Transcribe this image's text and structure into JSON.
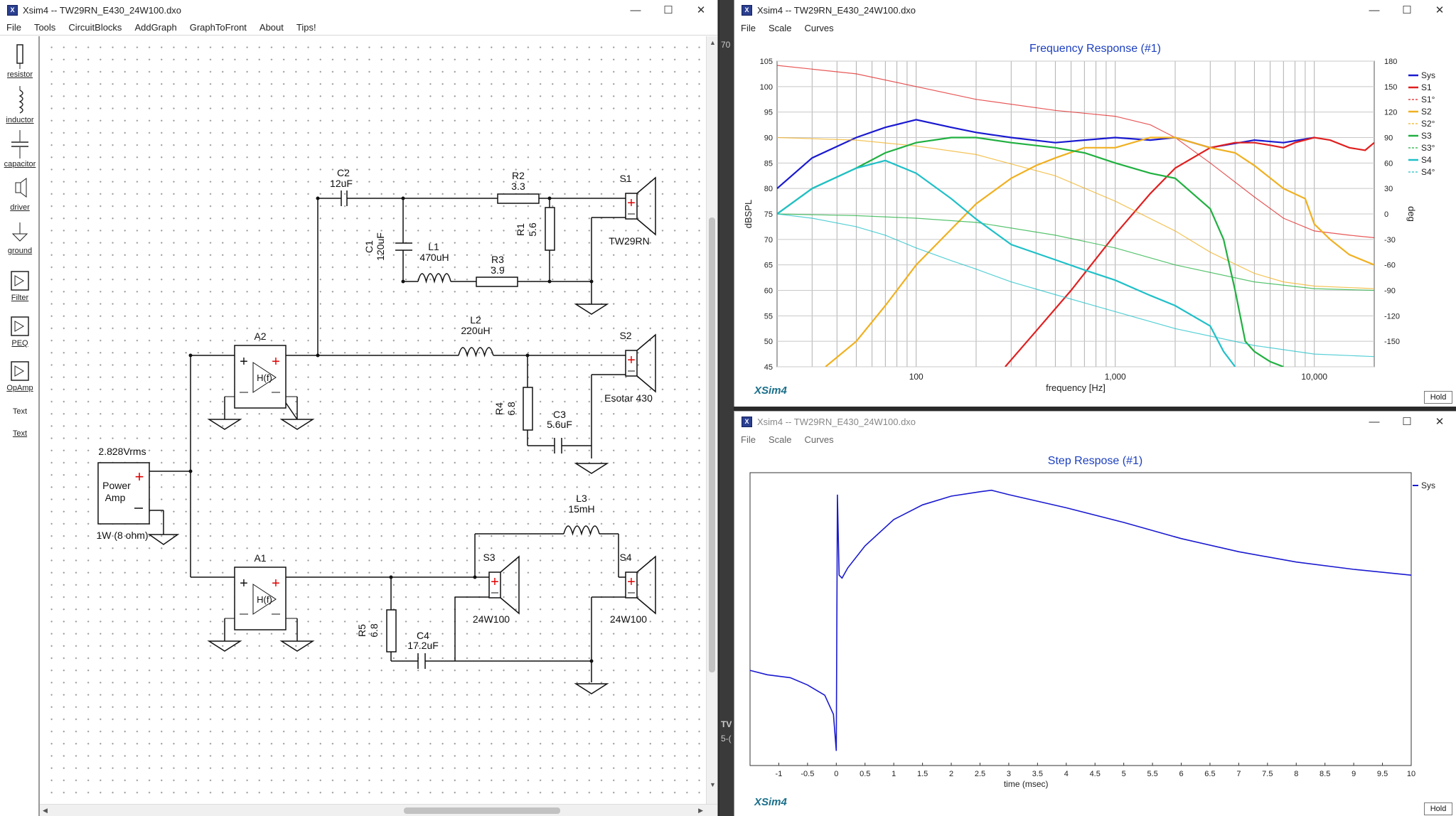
{
  "schematic_window": {
    "title": "Xsim4 -- TW29RN_E430_24W100.dxo",
    "controls": {
      "minimize": "—",
      "maximize": "☐",
      "close": "✕"
    },
    "menu": [
      "File",
      "Tools",
      "CircuitBlocks",
      "AddGraph",
      "GraphToFront",
      "About",
      "Tips!"
    ],
    "toolbar": [
      {
        "label": "resistor",
        "icon": "resistor-icon"
      },
      {
        "label": "inductor",
        "icon": "inductor-icon"
      },
      {
        "label": "capacitor",
        "icon": "capacitor-icon"
      },
      {
        "label": "driver",
        "icon": "driver-icon"
      },
      {
        "label": "ground",
        "icon": "ground-icon"
      },
      {
        "label": "Filter",
        "icon": "filter-icon"
      },
      {
        "label": "PEQ",
        "icon": "peq-icon"
      },
      {
        "label": "OpAmp",
        "icon": "opamp-icon"
      },
      {
        "label": "Text",
        "icon": "text-icon"
      },
      {
        "label": "Text",
        "icon": "text-link"
      }
    ],
    "components": {
      "c2": {
        "name": "C2",
        "value": "12uF"
      },
      "r2": {
        "name": "R2",
        "value": "3.3"
      },
      "s1": {
        "name": "S1",
        "driver": "TW29RN"
      },
      "r1": {
        "name": "R1",
        "value": "5.6"
      },
      "c1": {
        "name": "C1",
        "value": "120uF"
      },
      "l1": {
        "name": "L1",
        "value": "470uH"
      },
      "r3": {
        "name": "R3",
        "value": "3.9"
      },
      "a2": {
        "name": "A2",
        "block": "H(f)"
      },
      "l2": {
        "name": "L2",
        "value": "220uH"
      },
      "s2": {
        "name": "S2",
        "driver": "Esotar 430"
      },
      "r4": {
        "name": "R4",
        "value": "6.8"
      },
      "c3": {
        "name": "C3",
        "value": "5.6uF"
      },
      "amp": {
        "voltage": "2.828Vrms",
        "line1": "Power",
        "line2": "Amp",
        "power": "1W (8 ohm)"
      },
      "l3": {
        "name": "L3",
        "value": "15mH"
      },
      "a1": {
        "name": "A1",
        "block": "H(f)"
      },
      "s3": {
        "name": "S3",
        "driver": "24W100"
      },
      "s4": {
        "name": "S4",
        "driver": "24W100"
      },
      "r5": {
        "name": "R5",
        "value": "6.8"
      },
      "c4": {
        "name": "C4",
        "value": "17.2uF"
      }
    }
  },
  "freq_window": {
    "title": "Xsim4 -- TW29RN_E430_24W100.dxo",
    "controls": {
      "minimize": "—",
      "maximize": "☐",
      "close": "✕"
    },
    "menu": [
      "File",
      "Scale",
      "Curves"
    ],
    "brand": "XSim4",
    "hold_label": "Hold"
  },
  "step_window": {
    "title": "Xsim4 -- TW29RN_E430_24W100.dxo",
    "controls": {
      "minimize": "—",
      "maximize": "☐",
      "close": "✕"
    },
    "menu": [
      "File",
      "Scale",
      "Curves"
    ],
    "brand": "XSim4",
    "hold_label": "Hold"
  },
  "background_fragments": [
    "70",
    "TV",
    "5-("
  ],
  "colors": {
    "sys": "#1a1ad0",
    "s1": "#e02020",
    "s2": "#f0b020",
    "s3": "#20b040",
    "s4": "#20c0c8",
    "title": "#1c3fbf",
    "plus": "#e00000"
  },
  "chart_data": [
    {
      "type": "line",
      "title": "Frequency Response (#1)",
      "xlabel": "frequency [Hz]",
      "ylabel": "dBSPL",
      "y2label": "deg",
      "x_scale": "log",
      "xlim": [
        20,
        20000
      ],
      "ylim": [
        45,
        105
      ],
      "y2lim": [
        -180,
        180
      ],
      "x_ticks": [
        100,
        1000,
        10000
      ],
      "x_tick_labels": [
        "100",
        "1,000",
        "10,000"
      ],
      "y_ticks": [
        45,
        50,
        55,
        60,
        65,
        70,
        75,
        80,
        85,
        90,
        95,
        100,
        105
      ],
      "y2_ticks": [
        180,
        150,
        120,
        90,
        60,
        30,
        0,
        -30,
        -60,
        -90,
        -120,
        -150
      ],
      "grid": true,
      "legend": "right",
      "series": [
        {
          "name": "Sys",
          "color": "#1a1ad0",
          "dash": false,
          "axis": "left",
          "x": [
            20,
            30,
            50,
            70,
            100,
            150,
            200,
            300,
            500,
            700,
            1000,
            1500,
            2000,
            3000,
            5000,
            7000,
            10000
          ],
          "y": [
            80,
            86,
            90,
            92,
            93.5,
            92,
            91,
            90,
            89,
            89.5,
            90,
            89.5,
            90,
            88,
            89.5,
            89,
            90
          ]
        },
        {
          "name": "S1",
          "color": "#e02020",
          "dash": false,
          "axis": "left",
          "x": [
            280,
            400,
            600,
            1000,
            1500,
            2000,
            3000,
            4000,
            5000,
            6000,
            7000,
            8000,
            10000,
            12000,
            15000,
            18000,
            20000
          ],
          "y": [
            45,
            52,
            60,
            71,
            79,
            84,
            88,
            89,
            89,
            88.5,
            88,
            89,
            90,
            89.5,
            88,
            87.5,
            89
          ]
        },
        {
          "name": "S1°",
          "color": "#e02020",
          "dash": true,
          "axis": "right",
          "x": [
            20,
            50,
            100,
            200,
            500,
            1000,
            1500,
            2000,
            3000,
            5000,
            7000,
            10000,
            15000,
            20000
          ],
          "y": [
            175,
            165,
            150,
            135,
            122,
            115,
            105,
            90,
            60,
            20,
            -5,
            -20,
            -25,
            -28
          ]
        },
        {
          "name": "S2",
          "color": "#f0b020",
          "dash": false,
          "axis": "left",
          "x": [
            35,
            50,
            70,
            100,
            150,
            200,
            300,
            400,
            500,
            700,
            1000,
            1500,
            2000,
            3000,
            4000,
            5000,
            7000,
            9000,
            10000,
            12000,
            15000,
            20000
          ],
          "y": [
            45,
            50,
            57,
            65,
            72,
            77,
            82,
            84.5,
            86,
            88,
            88,
            90,
            90,
            88,
            87,
            84.5,
            80,
            78,
            73,
            70,
            67,
            65
          ]
        },
        {
          "name": "S2°",
          "color": "#f0b020",
          "dash": true,
          "axis": "right",
          "x": [
            20,
            50,
            100,
            200,
            500,
            1000,
            2000,
            3000,
            5000,
            7000,
            10000,
            20000
          ],
          "y": [
            90,
            87,
            80,
            70,
            45,
            15,
            -20,
            -45,
            -70,
            -80,
            -85,
            -88
          ]
        },
        {
          "name": "S3",
          "color": "#20b040",
          "dash": false,
          "axis": "left",
          "x": [
            20,
            30,
            50,
            70,
            100,
            150,
            200,
            300,
            500,
            700,
            1000,
            1500,
            2000,
            3000,
            3500,
            4000,
            4500,
            5000,
            6000,
            7000
          ],
          "y": [
            75,
            80,
            84,
            87,
            89,
            90,
            90,
            89,
            88,
            87,
            85,
            83,
            82,
            76,
            70,
            60,
            50,
            48,
            46,
            45
          ]
        },
        {
          "name": "S3°",
          "color": "#20b040",
          "dash": true,
          "axis": "right",
          "x": [
            20,
            50,
            100,
            200,
            500,
            1000,
            2000,
            5000,
            10000,
            20000
          ],
          "y": [
            0,
            -2,
            -5,
            -10,
            -25,
            -40,
            -60,
            -80,
            -88,
            -90
          ]
        },
        {
          "name": "S4",
          "color": "#20c0c8",
          "dash": false,
          "axis": "left",
          "x": [
            20,
            30,
            50,
            70,
            100,
            150,
            200,
            300,
            500,
            700,
            1000,
            1500,
            2000,
            3000,
            3500,
            4000
          ],
          "y": [
            75,
            80,
            84,
            85.5,
            83,
            78,
            74,
            69,
            66,
            64,
            62,
            59,
            57,
            53,
            48,
            45
          ]
        },
        {
          "name": "S4°",
          "color": "#20c0c8",
          "dash": true,
          "axis": "right",
          "x": [
            20,
            30,
            50,
            70,
            100,
            150,
            200,
            300,
            500,
            1000,
            2000,
            5000,
            10000,
            20000
          ],
          "y": [
            0,
            -5,
            -15,
            -25,
            -40,
            -55,
            -65,
            -80,
            -95,
            -115,
            -135,
            -155,
            -165,
            -168
          ]
        }
      ]
    },
    {
      "type": "line",
      "title": "Step Respose (#1)",
      "xlabel": "time (msec)",
      "xlim": [
        -1.5,
        10
      ],
      "x_ticks": [
        -1,
        -0.5,
        0,
        0.5,
        1,
        1.5,
        2,
        2.5,
        3,
        3.5,
        4,
        4.5,
        5,
        5.5,
        6,
        6.5,
        7,
        7.5,
        8,
        8.5,
        9,
        9.5,
        10
      ],
      "x_tick_labels": [
        "-1",
        "-0.5",
        "0",
        "0.5",
        "1",
        "1.5",
        "2",
        "2.5",
        "3",
        "3.5",
        "4",
        "4.5",
        "5",
        "5.5",
        "6",
        "6.5",
        "7",
        "7.5",
        "8",
        "8.5",
        "9",
        "9.5",
        "10"
      ],
      "ylim": [
        -1,
        1
      ],
      "legend": "top-right",
      "series": [
        {
          "name": "Sys",
          "color": "#1a1ad0",
          "x": [
            -1.5,
            -1.2,
            -0.8,
            -0.5,
            -0.2,
            -0.05,
            0,
            0.02,
            0.05,
            0.1,
            0.2,
            0.5,
            1,
            1.5,
            2,
            2.5,
            2.7,
            3,
            4,
            5,
            6,
            7,
            8,
            9,
            10
          ],
          "y": [
            -0.35,
            -0.38,
            -0.4,
            -0.45,
            -0.52,
            -0.65,
            -0.9,
            0.85,
            0.3,
            0.28,
            0.35,
            0.5,
            0.68,
            0.78,
            0.84,
            0.87,
            0.88,
            0.85,
            0.76,
            0.66,
            0.55,
            0.46,
            0.39,
            0.34,
            0.3
          ]
        }
      ]
    }
  ]
}
